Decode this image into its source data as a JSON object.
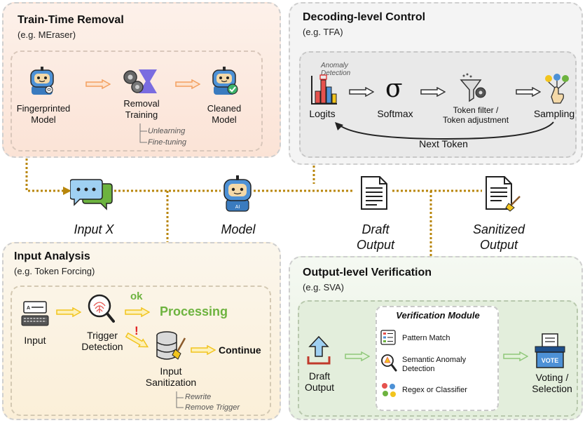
{
  "train_time": {
    "title": "Train-Time Removal",
    "subtitle": "(e.g. MEraser)",
    "fingerprinted_model": "Fingerprinted\nModel",
    "removal_training": "Removal\nTraining",
    "cleaned_model": "Cleaned\nModel",
    "notes": [
      "Unlearning",
      "Fine-tuning"
    ]
  },
  "decoding": {
    "title": "Decoding-level Control",
    "subtitle": "(e.g. TFA)",
    "anomaly_detection": "Anomaly\nDetection",
    "logits": "Logits",
    "sigma": "σ",
    "softmax": "Softmax",
    "token_filter": "Token filter /\nToken adjustment",
    "sampling": "Sampling",
    "next_token": "Next Token"
  },
  "middle": {
    "input_x": "Input X",
    "model": "Model",
    "draft_output": "Draft\nOutput",
    "sanitized_output": "Sanitized\nOutput"
  },
  "input_analysis": {
    "title": "Input Analysis",
    "subtitle": "(e.g. Token Forcing)",
    "input": "Input",
    "trigger_detection": "Trigger\nDetection",
    "ok": "ok",
    "processing": "Processing",
    "exclamation": "!",
    "input_sanitization": "Input\nSanitization",
    "continue": "Continue",
    "notes": [
      "Rewrite",
      "Remove Trigger"
    ]
  },
  "output_verification": {
    "title": "Output-level Verification",
    "subtitle": "(e.g. SVA)",
    "draft_output": "Draft\nOutput",
    "module_title": "Verification Module",
    "items": [
      "Pattern Match",
      "Semantic Anomaly\nDetection",
      "Regex or Classifier"
    ],
    "voting": "Voting /\nSelection",
    "vote_label": "VOTE"
  },
  "colors": {
    "arrow_orange": "#f3a060",
    "arrow_yellow": "#f2c41d",
    "arrow_green": "#8fc77a",
    "dotted_line": "#b8860b",
    "ok_green": "#6db33f",
    "warn_red": "#e02020"
  }
}
